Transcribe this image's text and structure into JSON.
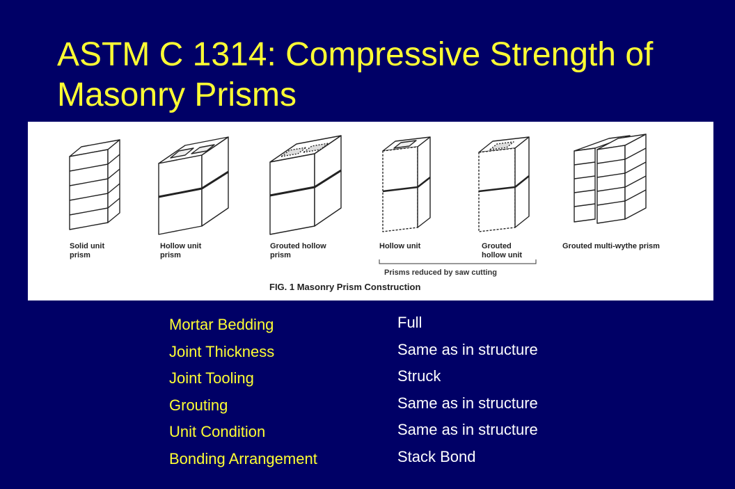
{
  "slide": {
    "title": "ASTM C 1314:  Compressive Strength of Masonry Prisms"
  },
  "figure": {
    "caption": "FIG. 1 Masonry Prism Construction",
    "saw_note": "Prisms reduced by saw cutting",
    "prisms": [
      {
        "label": "Solid unit prism"
      },
      {
        "label": "Hollow unit prism"
      },
      {
        "label": "Grouted hollow prism"
      },
      {
        "label": "Hollow unit"
      },
      {
        "label": "Grouted hollow unit"
      },
      {
        "label": "Grouted multi-wythe prism"
      }
    ]
  },
  "requirements": [
    {
      "property": "Mortar Bedding",
      "value": "Full"
    },
    {
      "property": "Joint Thickness",
      "value": "Same as in structure"
    },
    {
      "property": "Joint Tooling",
      "value": "Struck"
    },
    {
      "property": "Grouting",
      "value": "Same as in structure"
    },
    {
      "property": "Unit Condition",
      "value": "Same as in structure"
    },
    {
      "property": "Bonding Arrangement",
      "value": "Stack Bond"
    }
  ]
}
